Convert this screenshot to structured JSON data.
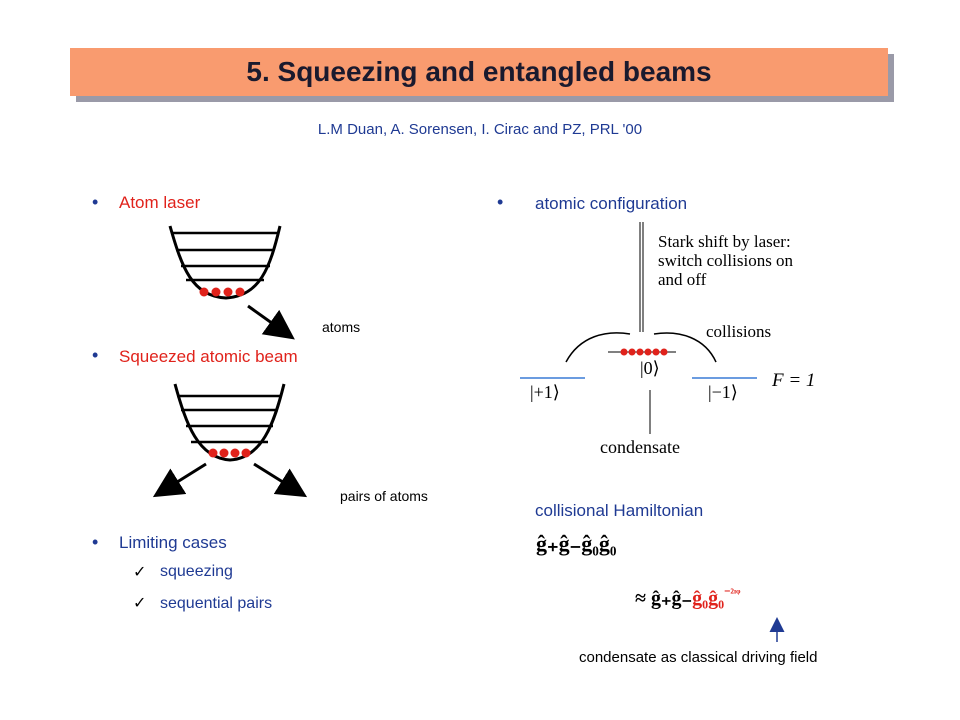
{
  "slide": {
    "title": "5. Squeezing and entangled beams",
    "subtitle": "L.M Duan, A. Sorensen, I. Cirac and PZ, PRL '00"
  },
  "left": {
    "atom_laser": "Atom laser",
    "atoms_label": "atoms",
    "squeezed_beam": "Squeezed atomic beam",
    "pairs_label": "pairs of atoms",
    "limiting_cases": "Limiting cases",
    "sub_items": [
      "squeezing",
      "sequential pairs"
    ]
  },
  "right": {
    "atomic_configuration": "atomic configuration",
    "stark_text": [
      "Stark shift by laser:",
      "switch collisions on",
      "and off"
    ],
    "collisions": "collisions",
    "ket_zero": "|0⟩",
    "ket_plus": "|+1⟩",
    "ket_minus": "|−1⟩",
    "f_label": "F = 1",
    "condensate": "condensate",
    "hamiltonian_label": "collisional Hamiltonian",
    "hamiltonian_eq1": "ĝ₊ĝ₋ĝ₀ĝ₀",
    "hamiltonian_eq2_prefix": "≈  ĝ₊ĝ₋",
    "hamiltonian_eq2_red": "ĝ₀ĝ₀",
    "hamiltonian_eq2_sup": "⁻²ᶦᵠ",
    "driving_field": "condensate as classical driving field"
  },
  "colors": {
    "title_bg": "#f99b6f",
    "accent_red": "#e0221b",
    "accent_blue": "#1f3a93",
    "level_blue": "#3a7bd5"
  }
}
